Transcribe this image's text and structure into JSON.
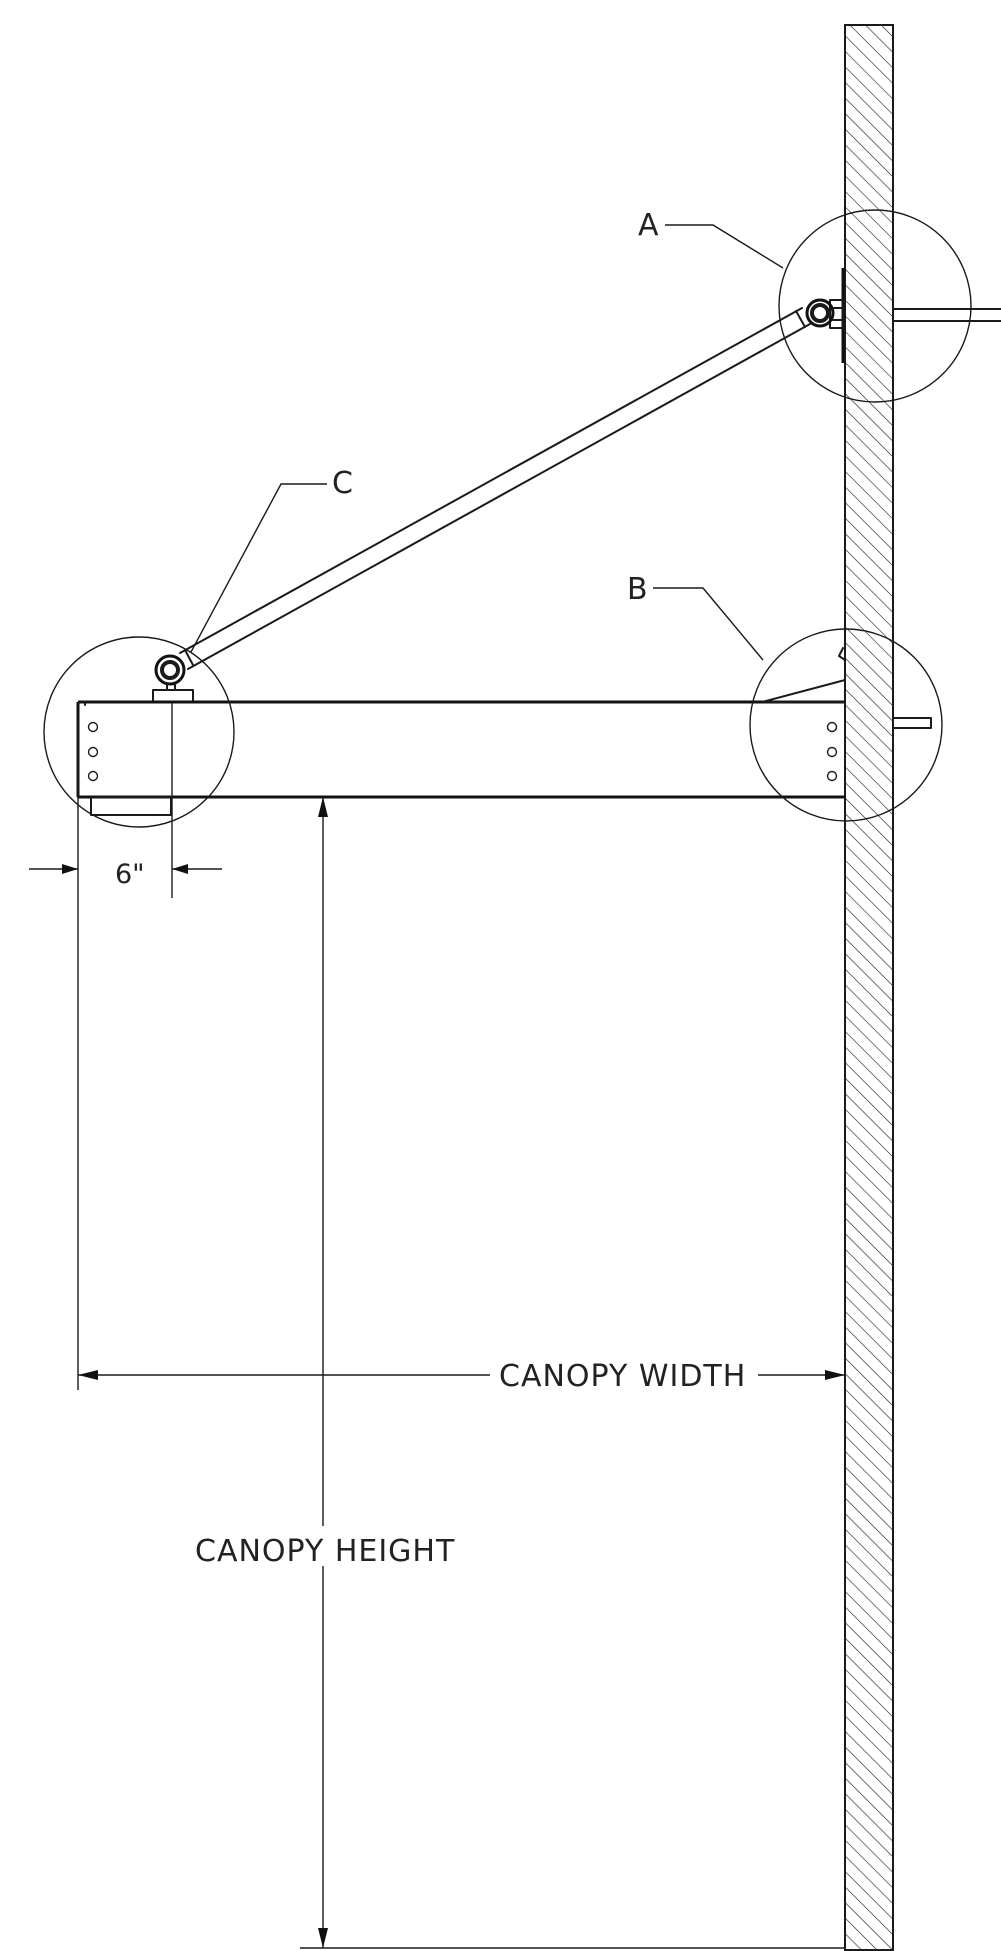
{
  "callouts": {
    "a": "A",
    "b": "B",
    "c": "C"
  },
  "dimensions": {
    "offset": "6\"",
    "width": "CANOPY WIDTH",
    "height": "CANOPY HEIGHT"
  },
  "colors": {
    "line": "#1a1a1a",
    "background": "#ffffff"
  }
}
